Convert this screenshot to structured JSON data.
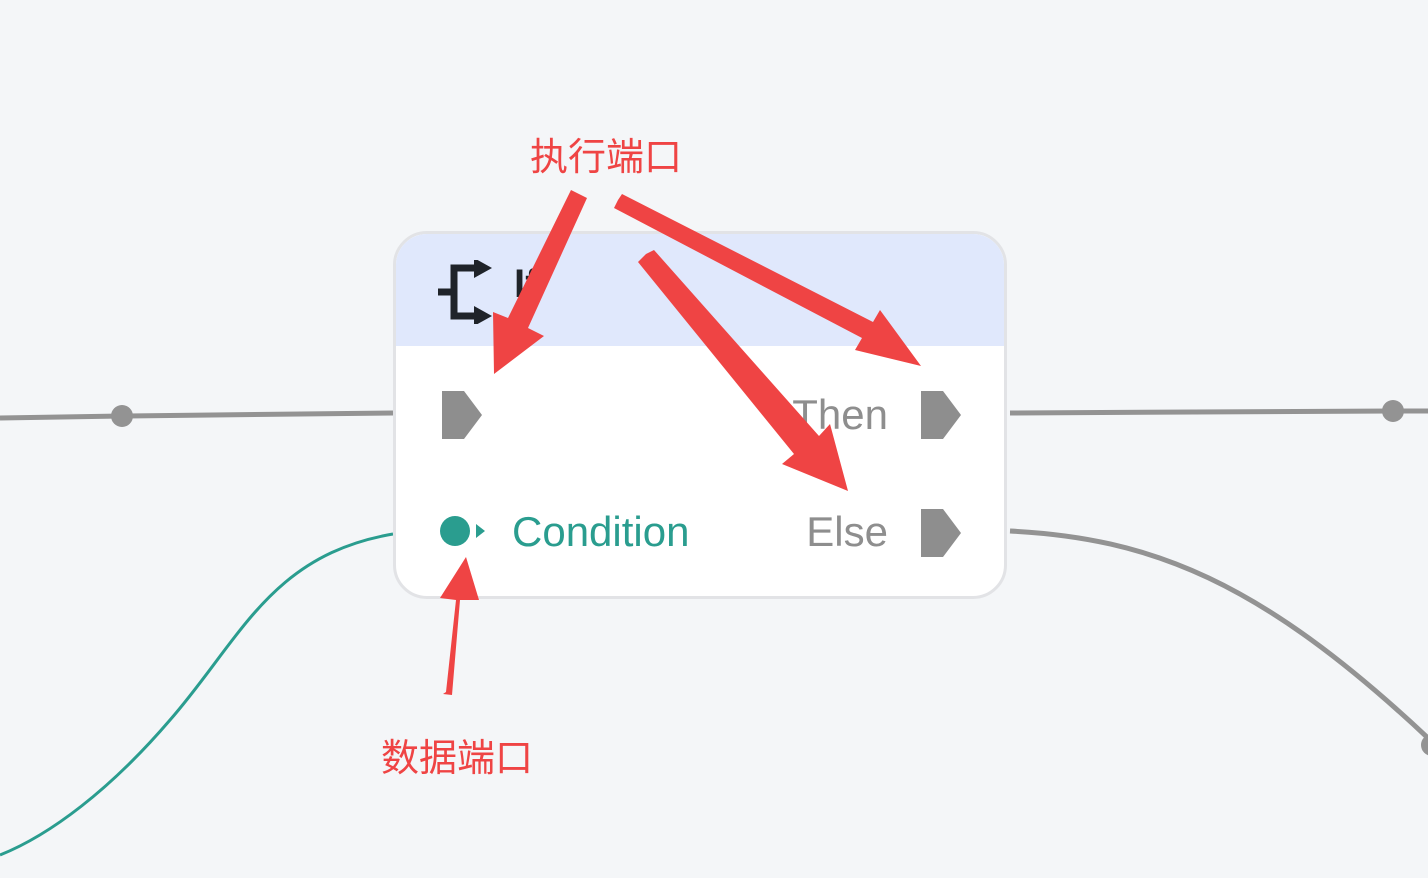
{
  "node": {
    "title": "If",
    "icon": "branch-icon",
    "exec_in_port": "exec-in-port",
    "then_label": "Then",
    "else_label": "Else",
    "condition_label": "Condition"
  },
  "annotations": {
    "exec_ports_label": "执行端口",
    "data_port_label": "数据端口"
  },
  "colors": {
    "background": "#f4f6f8",
    "header": "#e0e8fc",
    "exec_port": "#8e8e8e",
    "data_port": "#2a9d8f",
    "annotation": "#ef4444",
    "wire_exec": "#939393",
    "wire_data": "#2a9d8f"
  }
}
